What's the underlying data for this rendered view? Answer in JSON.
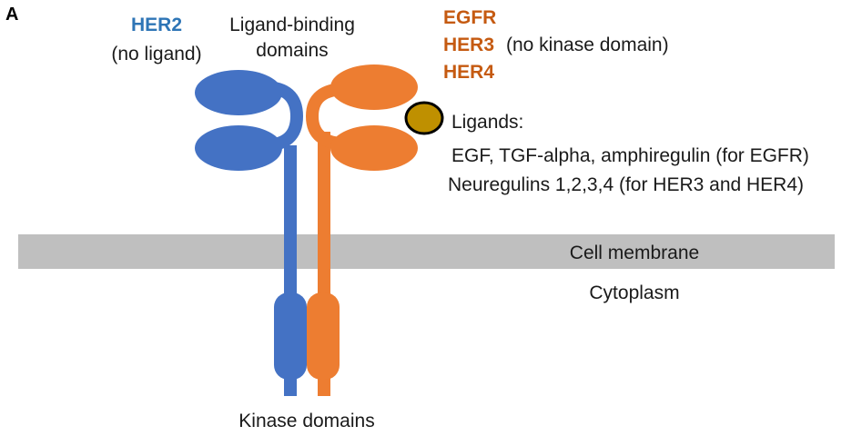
{
  "panel_letter": "A",
  "her2": {
    "name": "HER2",
    "note": "(no ligand)"
  },
  "ligand_binding_domains": {
    "line1": "Ligand-binding",
    "line2": "domains"
  },
  "egfr_family": {
    "egfr": "EGFR",
    "her3": "HER3",
    "her3_note": "(no kinase domain)",
    "her4": "HER4"
  },
  "ligands": {
    "title": "Ligands:",
    "line1": "EGF, TGF-alpha, amphiregulin (for EGFR)",
    "line2": "Neuregulins 1,2,3,4 (for HER3 and HER4)"
  },
  "cell_membrane": "Cell membrane",
  "cytoplasm": "Cytoplasm",
  "kinase_domains": "Kinase domains",
  "colors": {
    "her2_blue": "#4472C4",
    "her2_label_blue": "#2E75B6",
    "egfr_orange": "#ED7D31",
    "egfr_label_orange": "#C55A11",
    "membrane_gray": "#BFBFBF",
    "ligand_gold": "#BF9000"
  }
}
